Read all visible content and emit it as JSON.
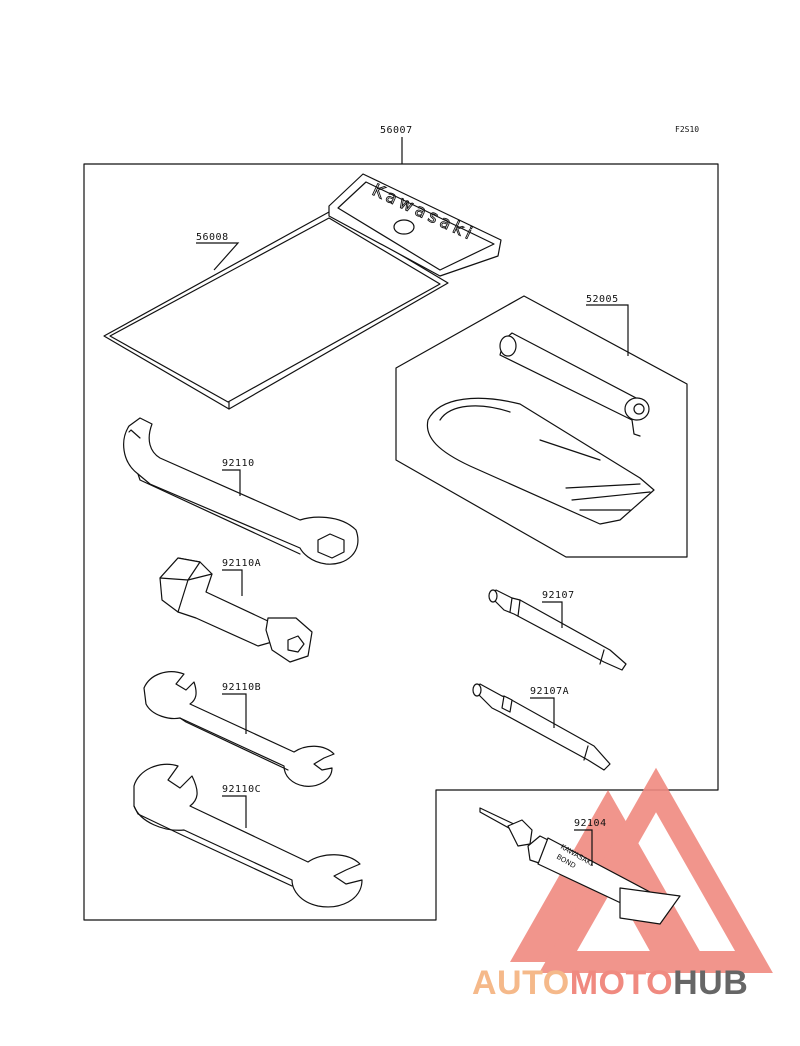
{
  "figure": {
    "code": "F2S10",
    "kit_number": "56007"
  },
  "parts": [
    {
      "id": "bag",
      "number": "56008"
    },
    {
      "id": "pump",
      "number": "52005"
    },
    {
      "id": "spanner",
      "number": "92110"
    },
    {
      "id": "plug-wrench",
      "number": "92110A"
    },
    {
      "id": "wrench-small",
      "number": "92110B"
    },
    {
      "id": "wrench-large",
      "number": "92110C"
    },
    {
      "id": "screwdriver",
      "number": "92107"
    },
    {
      "id": "screwdriver-handle",
      "number": "92107A"
    },
    {
      "id": "bond",
      "number": "92104"
    }
  ],
  "bag": {
    "brand": "Kawasaki"
  },
  "bond_tube": {
    "line1": "KAWASAKI",
    "line2": "BOND"
  },
  "watermark": {
    "part1": "AUTO",
    "part2": "MOTO",
    "part3": "HUB",
    "colors": {
      "auto": "#f5b98a",
      "moto": "#f08a80",
      "hub": "#666666",
      "triangle": "#f08a80"
    }
  }
}
